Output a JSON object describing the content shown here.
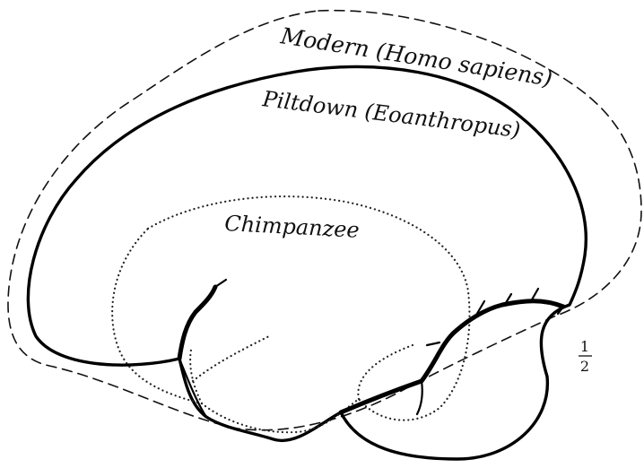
{
  "labels": {
    "modern": "Modern (Homo sapiens)",
    "piltdown": "Piltdown (Eoanthropus)",
    "chimpanzee": "Chimpanzee"
  },
  "scale": {
    "numerator": "1",
    "denominator": "2"
  }
}
